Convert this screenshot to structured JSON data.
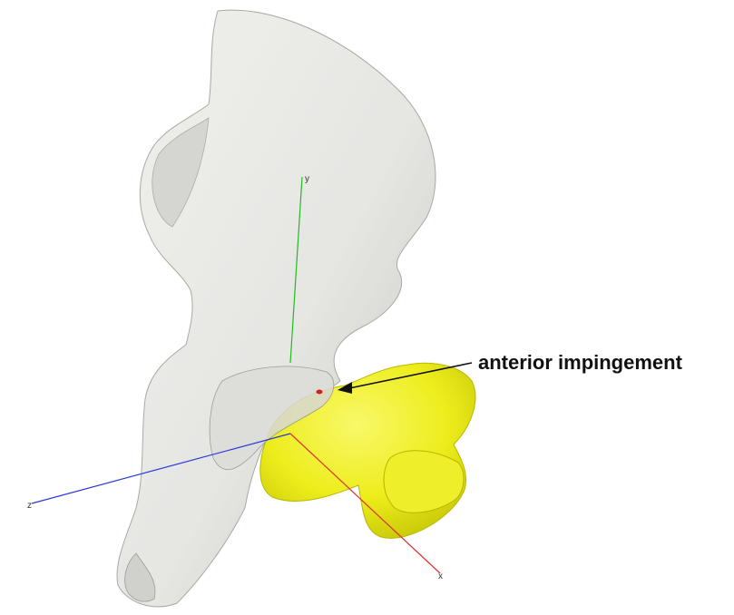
{
  "annotation": {
    "label": "anterior impingement"
  },
  "axes": {
    "y_label": "y",
    "z_label": "z",
    "x_label": "x",
    "y_color": "#22bb22",
    "z_color": "#2a3bd6",
    "x_color": "#e03030"
  },
  "colors": {
    "pelvis": "#e4e4e0",
    "femur": "#f0f020",
    "contact_point": "#d02020"
  }
}
